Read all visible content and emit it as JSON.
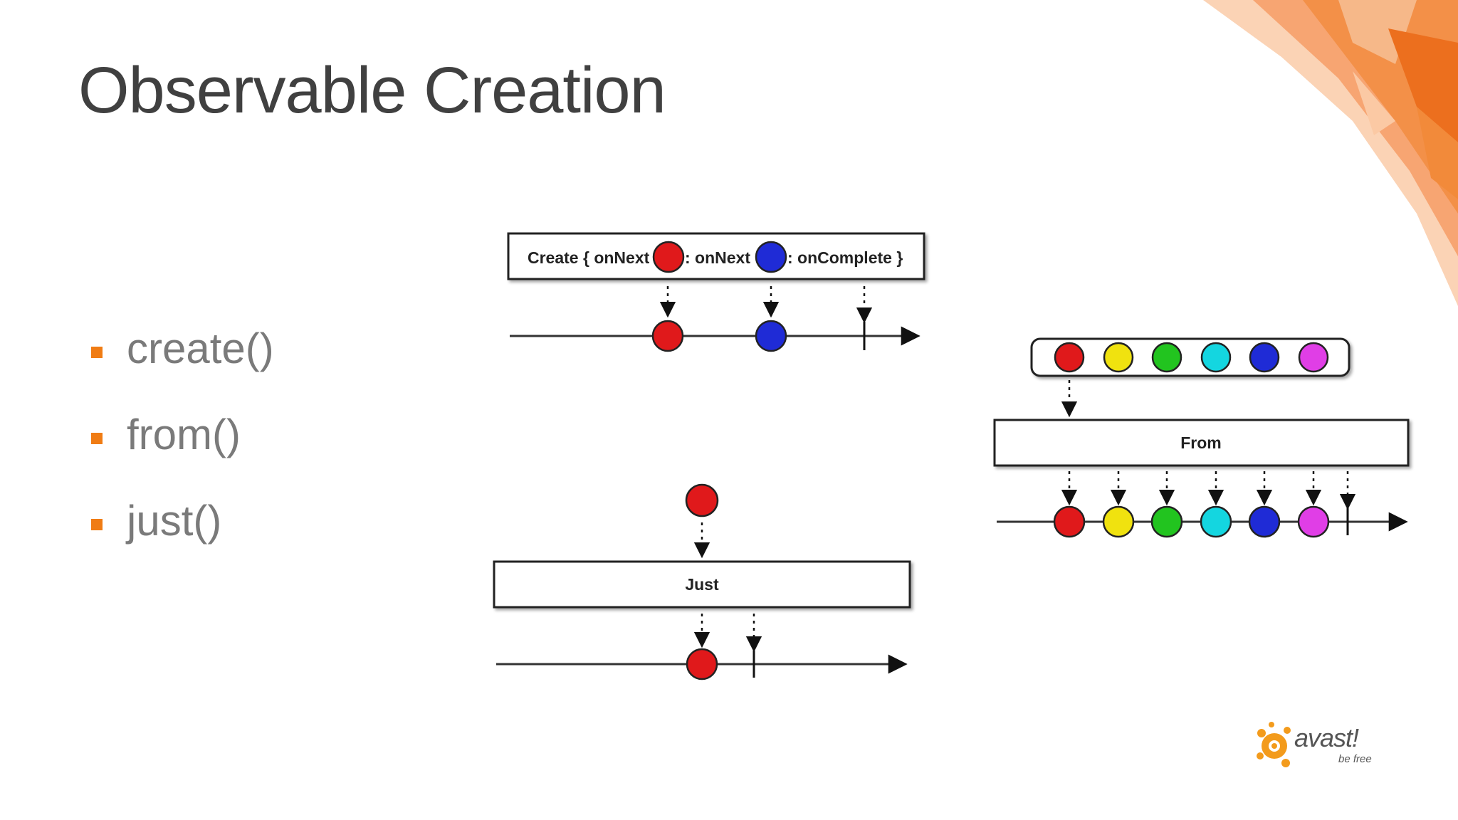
{
  "title": "Observable Creation",
  "bullets": [
    {
      "label": "create()"
    },
    {
      "label": "from()"
    },
    {
      "label": "just()"
    }
  ],
  "diagrams": {
    "create": {
      "box_parts": [
        "Create { onNext",
        ": onNext",
        ": onComplete }"
      ],
      "marble_colors": [
        "#e0191b",
        "#1f2bd6"
      ]
    },
    "from": {
      "box_label": "From",
      "marble_colors": [
        "#e0191b",
        "#f0e20f",
        "#22c41f",
        "#14d6e0",
        "#1f2bd6",
        "#e03ee6"
      ]
    },
    "just": {
      "box_label": "Just",
      "marble_colors": [
        "#e0191b"
      ]
    }
  },
  "colors": {
    "accent": "#f07c14",
    "title": "#404040",
    "bullet_text": "#7a7a7a"
  },
  "logo": {
    "name": "avast!",
    "tagline": "be free"
  }
}
